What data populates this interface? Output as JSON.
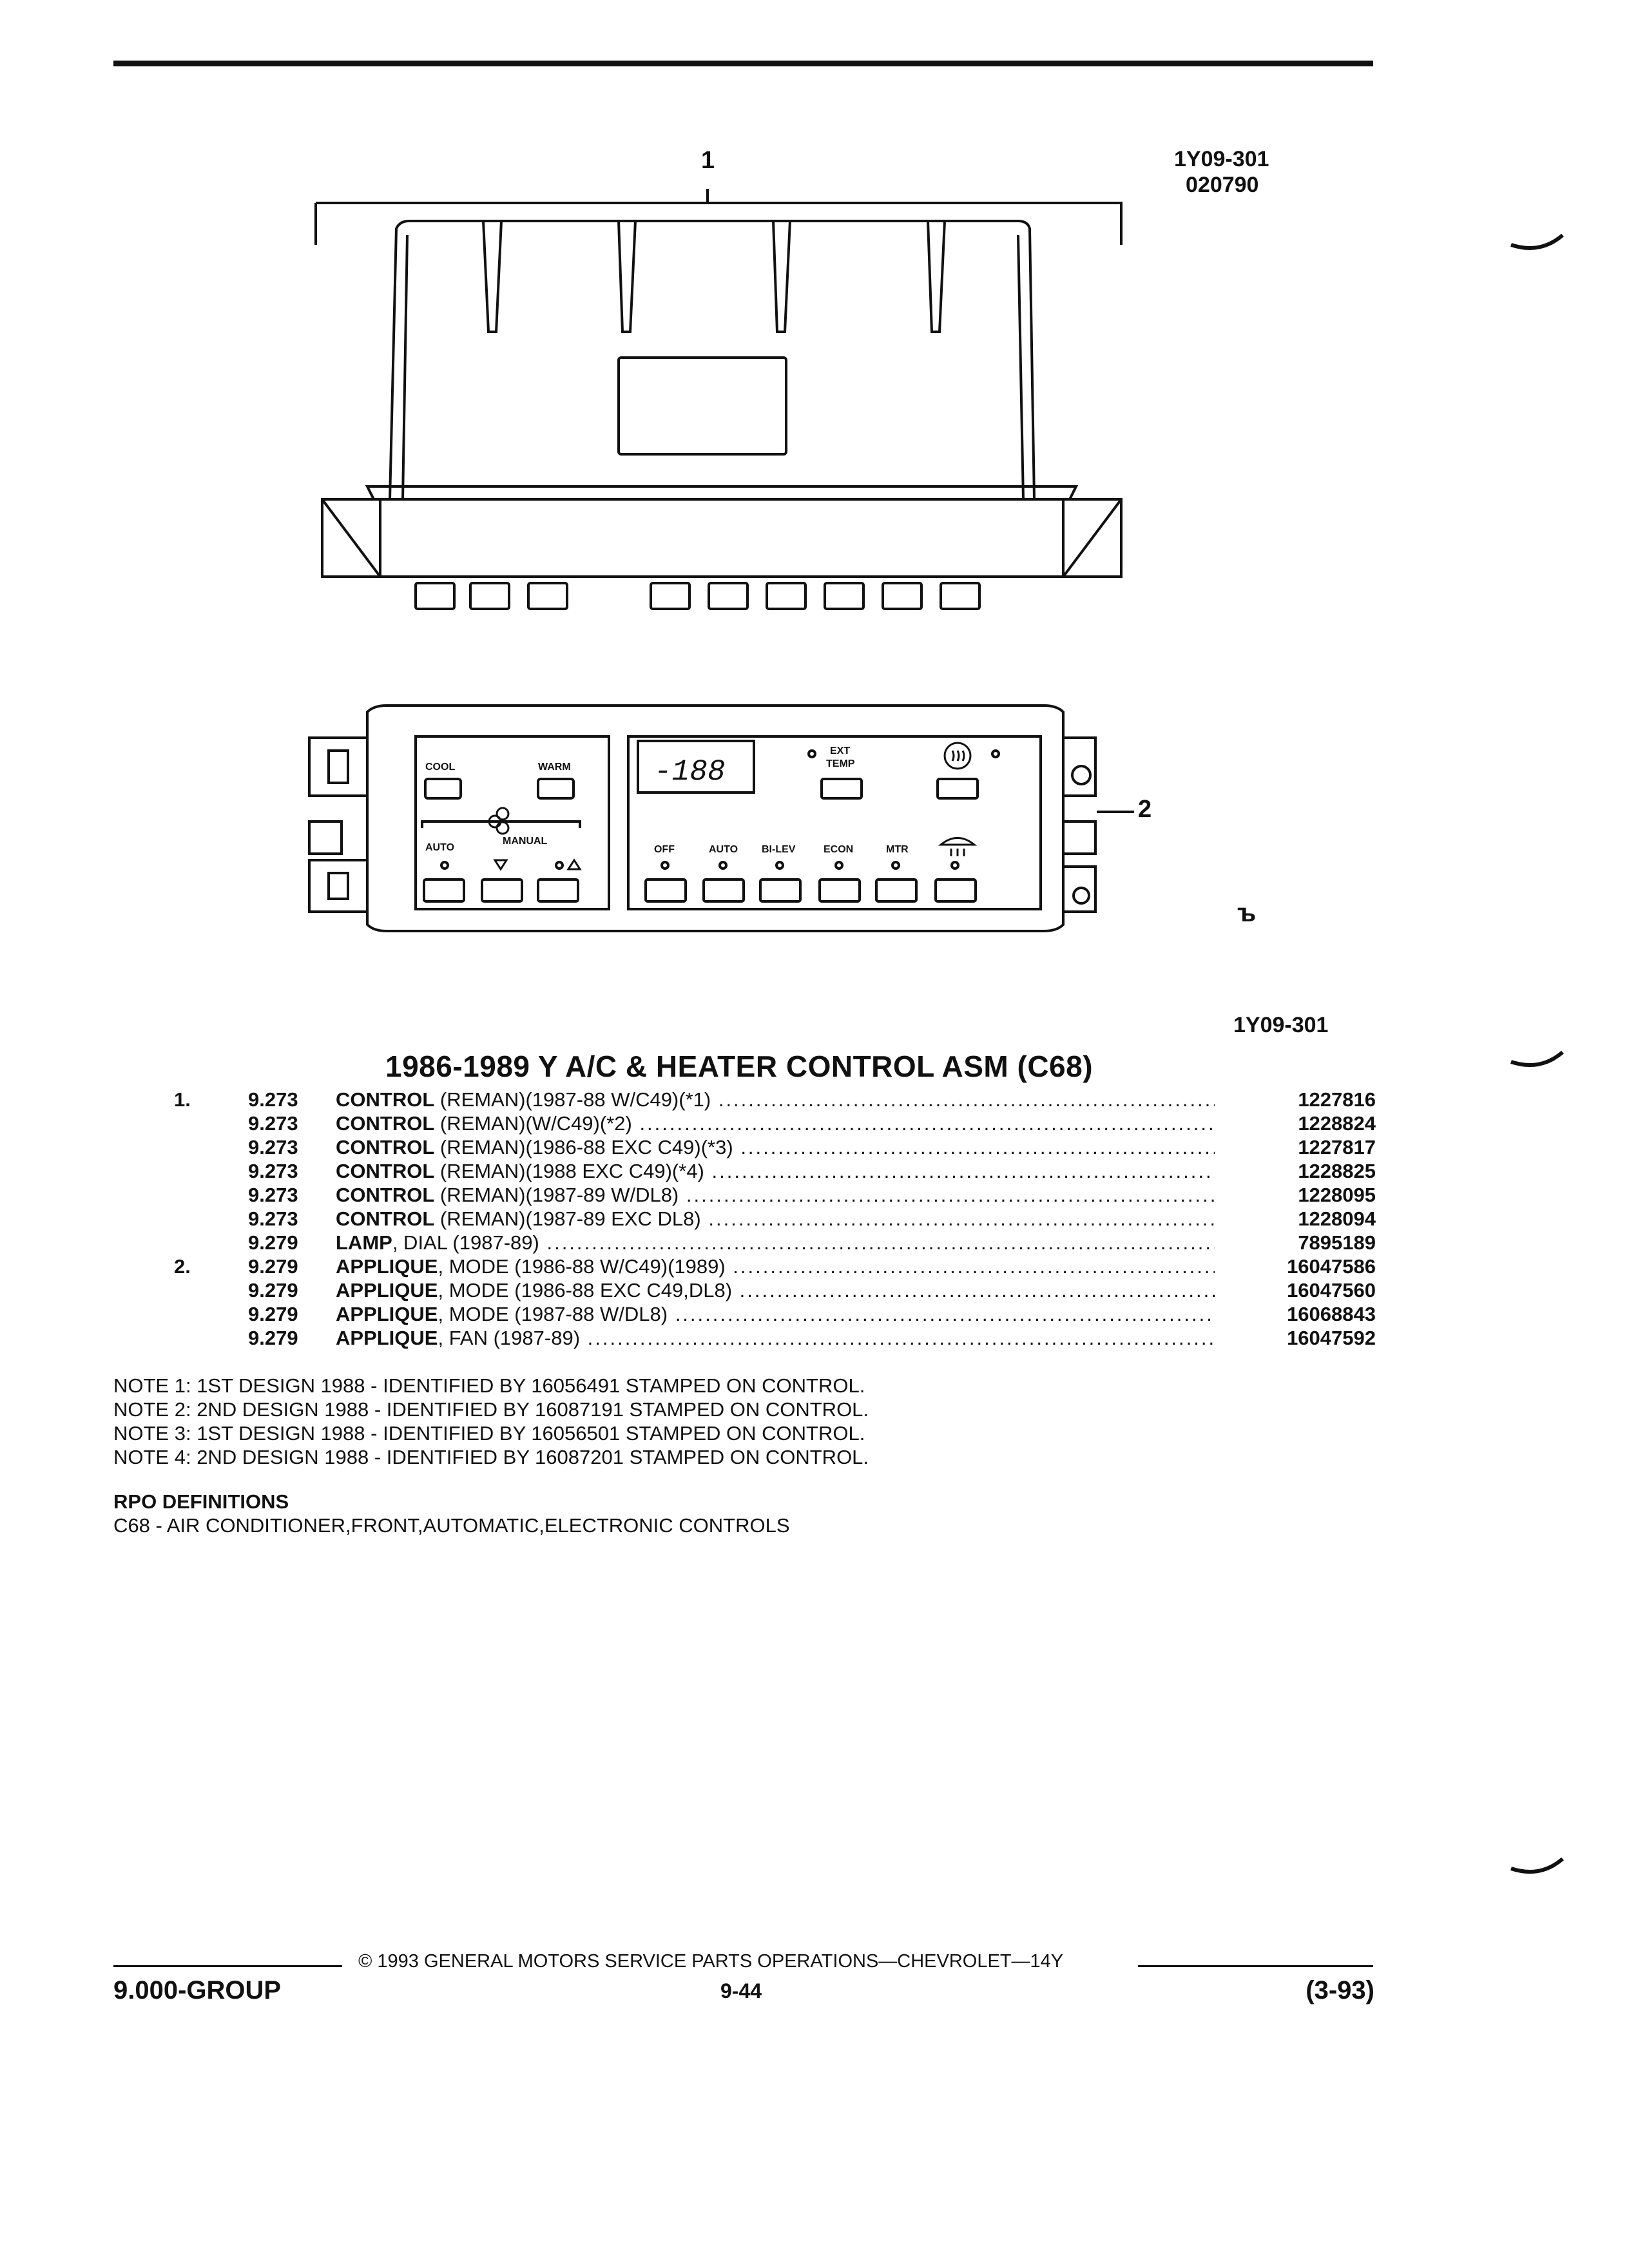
{
  "header": {
    "ref_code": "1Y09-301",
    "ref_date": "020790",
    "ref_code_lower": "1Y09-301"
  },
  "illustration": {
    "callout_1": "1",
    "callout_2": "2",
    "panel": {
      "cool": "COOL",
      "warm": "WARM",
      "auto_fan": "AUTO",
      "manual": "MANUAL",
      "display": "-188",
      "ext": "EXT",
      "temp": "TEMP",
      "modes": [
        "OFF",
        "AUTO",
        "BI-LEV",
        "ECON",
        "MTR"
      ]
    },
    "mark": "ъ"
  },
  "title": "1986-1989 Y A/C & HEATER CONTROL ASM (C68)",
  "parts": [
    {
      "index": "1.",
      "group": "9.273",
      "name": "CONTROL",
      "detail": "(REMAN)(1987-88 W/C49)(*1)",
      "part_no": "1227816"
    },
    {
      "index": "",
      "group": "9.273",
      "name": "CONTROL",
      "detail": "(REMAN)(W/C49)(*2)",
      "part_no": "1228824"
    },
    {
      "index": "",
      "group": "9.273",
      "name": "CONTROL",
      "detail": "(REMAN)(1986-88 EXC C49)(*3)",
      "part_no": "1227817"
    },
    {
      "index": "",
      "group": "9.273",
      "name": "CONTROL",
      "detail": "(REMAN)(1988 EXC C49)(*4)",
      "part_no": "1228825"
    },
    {
      "index": "",
      "group": "9.273",
      "name": "CONTROL",
      "detail": "(REMAN)(1987-89 W/DL8)",
      "part_no": "1228095"
    },
    {
      "index": "",
      "group": "9.273",
      "name": "CONTROL",
      "detail": "(REMAN)(1987-89 EXC DL8)",
      "part_no": "1228094"
    },
    {
      "index": "",
      "group": "9.279",
      "name": "LAMP",
      "detail": ", DIAL (1987-89)",
      "part_no": "7895189"
    },
    {
      "index": "2.",
      "group": "9.279",
      "name": "APPLIQUE",
      "detail": ", MODE (1986-88 W/C49)(1989)",
      "part_no": "16047586"
    },
    {
      "index": "",
      "group": "9.279",
      "name": "APPLIQUE",
      "detail": ", MODE (1986-88 EXC C49,DL8)",
      "part_no": "16047560"
    },
    {
      "index": "",
      "group": "9.279",
      "name": "APPLIQUE",
      "detail": ", MODE (1987-88 W/DL8)",
      "part_no": "16068843"
    },
    {
      "index": "",
      "group": "9.279",
      "name": "APPLIQUE",
      "detail": ", FAN (1987-89)",
      "part_no": "16047592"
    }
  ],
  "notes": [
    "NOTE 1: 1ST DESIGN 1988 - IDENTIFIED BY 16056491 STAMPED ON CONTROL.",
    "NOTE 2: 2ND DESIGN 1988 - IDENTIFIED BY 16087191 STAMPED ON CONTROL.",
    "NOTE 3: 1ST DESIGN 1988 - IDENTIFIED BY 16056501 STAMPED ON CONTROL.",
    "NOTE 4: 2ND DESIGN 1988 - IDENTIFIED BY 16087201 STAMPED ON CONTROL."
  ],
  "rpo": {
    "heading": "RPO DEFINITIONS",
    "definition": "C68 - AIR CONDITIONER,FRONT,AUTOMATIC,ELECTRONIC CONTROLS"
  },
  "footer": {
    "copyright": "© 1993 GENERAL MOTORS SERVICE PARTS OPERATIONS—CHEVROLET—14Y",
    "group": "9.000-GROUP",
    "page": "9-44",
    "date": "(3-93)"
  }
}
